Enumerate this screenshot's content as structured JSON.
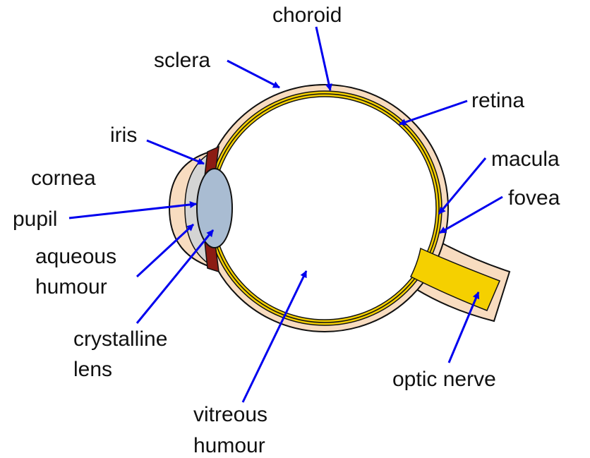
{
  "colors": {
    "sclera": "#f8dcc0",
    "outline": "#111111",
    "choroid_retina": "#f5d000",
    "iris": "#8c1c13",
    "cornea": "#d4d4d4",
    "lens": "#a9bcd2",
    "arrow": "#0000ee"
  },
  "labels": {
    "choroid": "choroid",
    "sclera": "sclera",
    "retina": "retina",
    "iris": "iris",
    "macula": "macula",
    "cornea": "cornea",
    "fovea": "fovea",
    "pupil": "pupil",
    "aqueous": [
      "aqueous",
      "humour"
    ],
    "crystalline": [
      "crystalline",
      "lens"
    ],
    "optic": "optic nerve",
    "vitreous": [
      "vitreous",
      "humour"
    ]
  }
}
